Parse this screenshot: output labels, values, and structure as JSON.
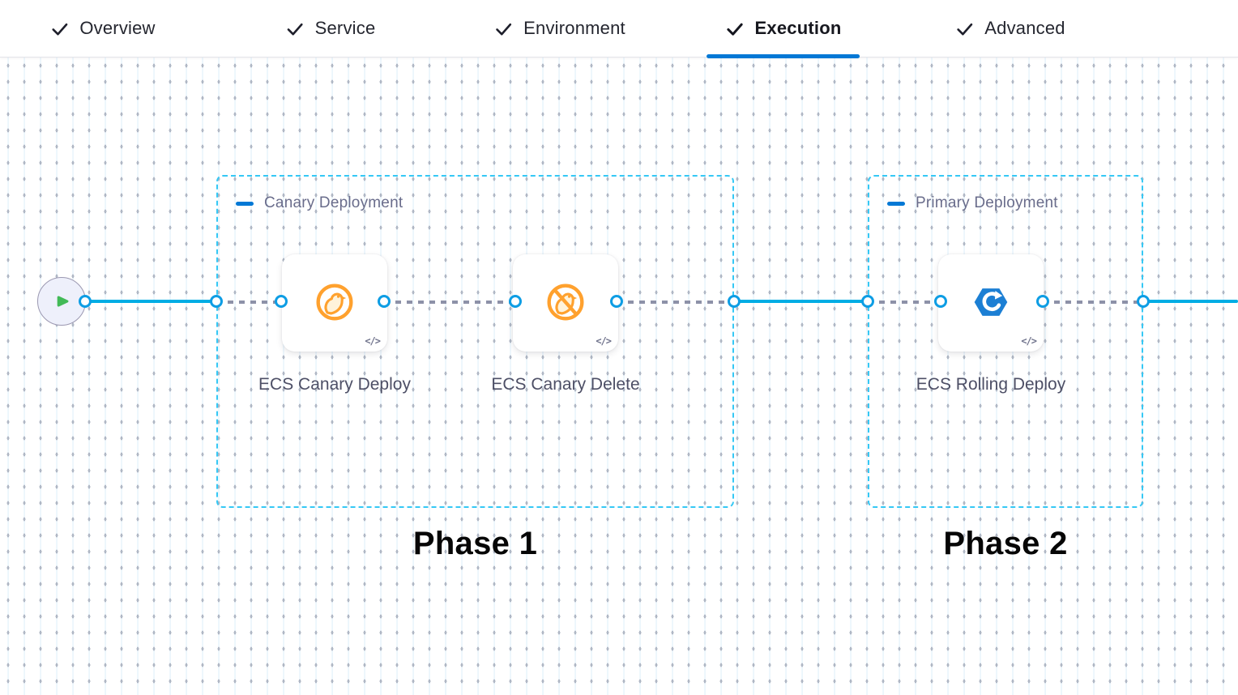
{
  "tab_bar": {
    "tabs": [
      {
        "label": "Overview",
        "checked": true,
        "active": false
      },
      {
        "label": "Service",
        "checked": true,
        "active": false
      },
      {
        "label": "Environment",
        "checked": true,
        "active": false
      },
      {
        "label": "Execution",
        "checked": true,
        "active": true
      },
      {
        "label": "Advanced",
        "checked": true,
        "active": false
      }
    ],
    "active_tab": "Execution"
  },
  "pipeline": {
    "start_node": {
      "icon": "play-icon"
    },
    "stages": [
      {
        "title": "Canary Deployment",
        "phase_label": "Phase 1",
        "collapse_icon": "minus-icon",
        "steps": [
          {
            "name": "ECS Canary Deploy",
            "icon": "ecs-canary-deploy-icon",
            "code_icon": "</>"
          },
          {
            "name": "ECS Canary Delete",
            "icon": "ecs-canary-delete-icon",
            "code_icon": "</>"
          }
        ]
      },
      {
        "title": "Primary Deployment",
        "phase_label": "Phase 2",
        "collapse_icon": "minus-icon",
        "steps": [
          {
            "name": "ECS Rolling Deploy",
            "icon": "ecs-rolling-deploy-icon",
            "code_icon": "</>"
          }
        ]
      }
    ],
    "colors": {
      "solid_link": "#00ade4",
      "dashed_link": "#8d91a8",
      "stage_border": "#35c8f5",
      "active_tab_underline": "#0278d5",
      "canary_orange": "#ffa12e",
      "ecs_blue": "#1c7fd4",
      "play_green": "#42ba57"
    }
  }
}
